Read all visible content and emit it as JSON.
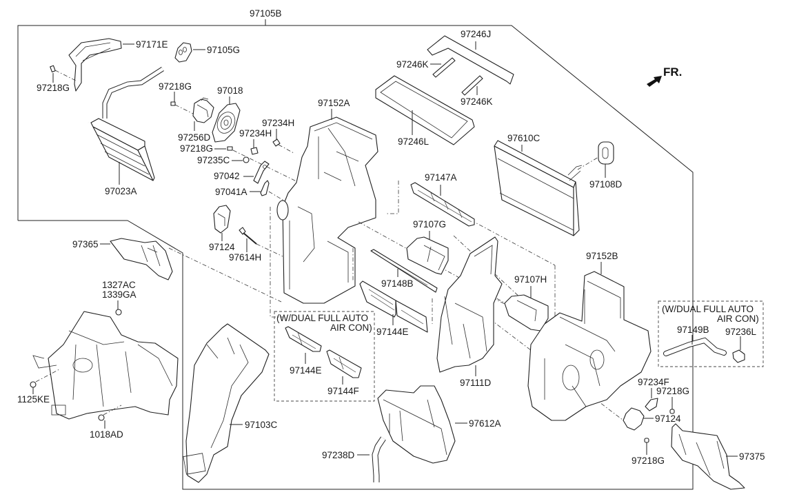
{
  "diagram": {
    "title": "Heater & A/C Unit Assembly (Exploded View)",
    "assembly_label": "97105B",
    "direction_label": "FR.",
    "notes": {
      "dual_auto_line1": "(W/DUAL FULL AUTO",
      "dual_auto_line2": "AIR CON)"
    },
    "parts": {
      "p97171E": "97171E",
      "p97105G": "97105G",
      "p97218G_a": "97218G",
      "p97218G_b": "97218G",
      "p97218G_c": "97218G",
      "p97218G_d": "97218G",
      "p97218G_e": "97218G",
      "p97018": "97018",
      "p97256D": "97256D",
      "p97234H_a": "97234H",
      "p97234H_b": "97234H",
      "p97235C": "97235C",
      "p97042": "97042",
      "p97041A": "97041A",
      "p97023A": "97023A",
      "p97152A": "97152A",
      "p97246J": "97246J",
      "p97246K_a": "97246K",
      "p97246K_b": "97246K",
      "p97246L": "97246L",
      "p97610C": "97610C",
      "p97108D": "97108D",
      "p97147A": "97147A",
      "p97107G": "97107G",
      "p97124_a": "97124",
      "p97124_b": "97124",
      "p97614H": "97614H",
      "p97365": "97365",
      "p1327AC": "1327AC",
      "p1339GA": "1339GA",
      "p1125KE": "1125KE",
      "p1018AD": "1018AD",
      "p97148B": "97148B",
      "p97144E_a": "97144E",
      "p97144E_b": "97144E",
      "p97144F": "97144F",
      "p97111D": "97111D",
      "p97107H": "97107H",
      "p97152B": "97152B",
      "p97149B": "97149B",
      "p97236L": "97236L",
      "p97234F": "97234F",
      "p97103C": "97103C",
      "p97612A": "97612A",
      "p97238D": "97238D",
      "p97375": "97375"
    }
  }
}
